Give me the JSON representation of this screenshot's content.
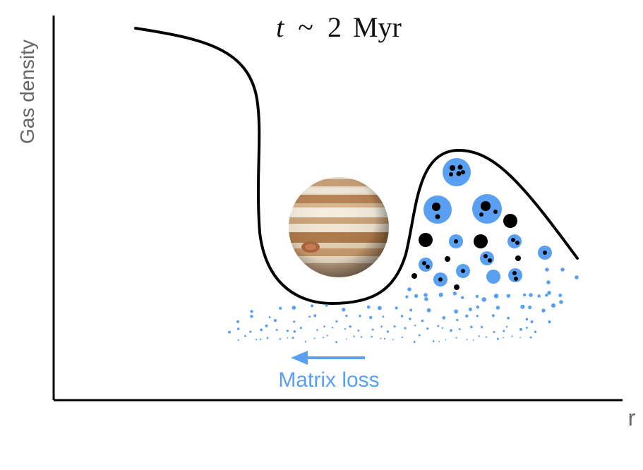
{
  "title": {
    "variable": "t",
    "operator": "~",
    "value": "2",
    "unit": "Myr"
  },
  "axes": {
    "ylabel": "Gas density",
    "xlabel": "r"
  },
  "caption": {
    "text": "Matrix loss",
    "direction": "left"
  },
  "planet": {
    "name": "jupiter"
  },
  "colors": {
    "curve": "#000000",
    "axis": "#000000",
    "dust": "#5aa0f2",
    "chondrule": "#000000",
    "axis_label": "#666666",
    "planet_band_light": "#efe4d0",
    "planet_band_dark": "#b9834f"
  }
}
